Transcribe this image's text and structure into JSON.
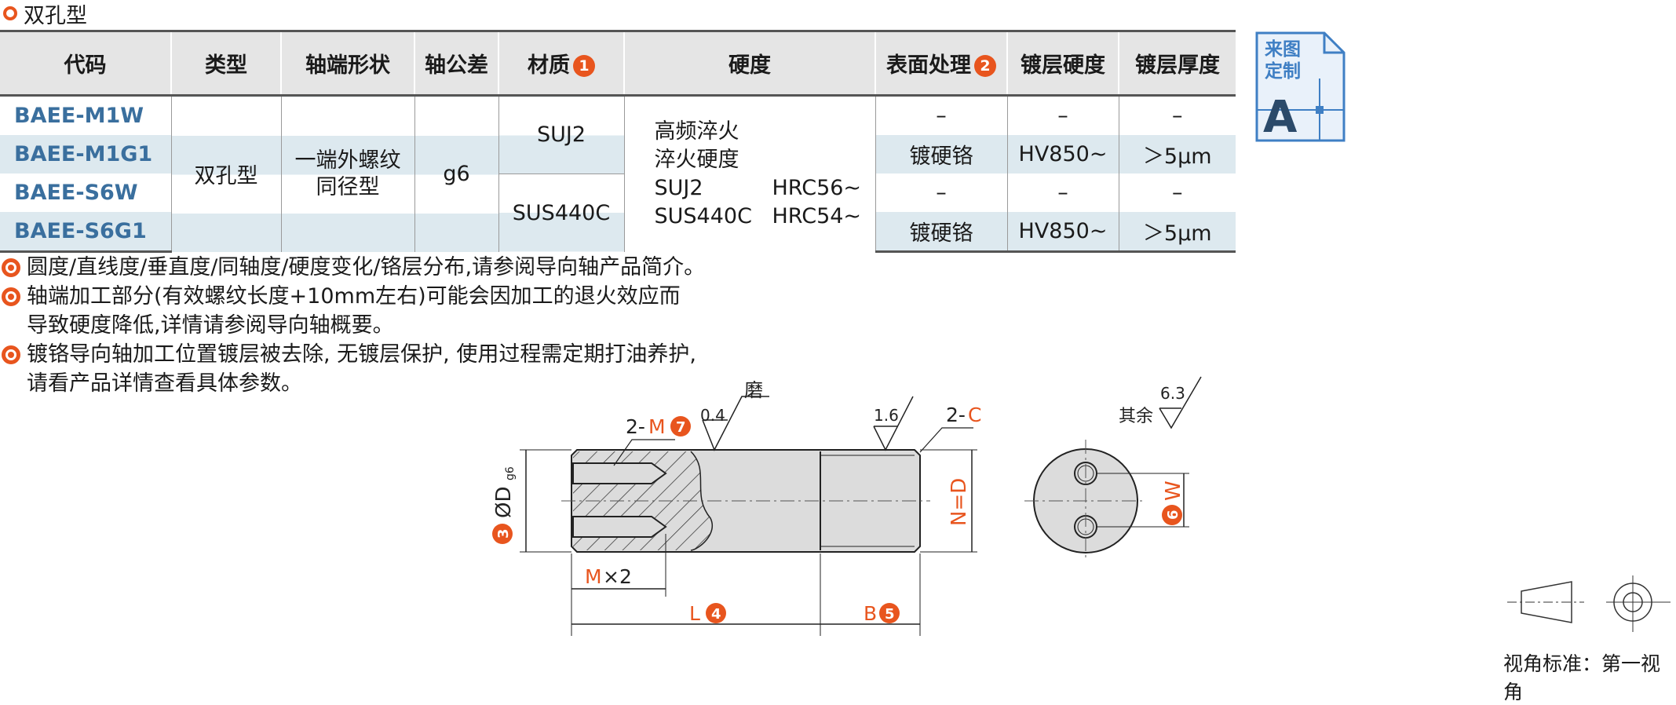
{
  "section": {
    "title": "双孔型"
  },
  "table": {
    "headers": {
      "code": "代码",
      "type": "类型",
      "shaft_end": "轴端形状",
      "tolerance": "轴公差",
      "material": "材质",
      "material_num": "1",
      "hardness": "硬度",
      "surface": "表面处理",
      "surface_num": "2",
      "plate_hardness": "镀层硬度",
      "plate_thickness": "镀层厚度"
    },
    "rows": [
      {
        "code": "BAEE-M1W",
        "surface": "–",
        "plate_hardness": "–",
        "plate_thickness": "–"
      },
      {
        "code": "BAEE-M1G1",
        "surface": "镀硬铬",
        "plate_hardness": "HV850~",
        "plate_thickness": "＞5μm"
      },
      {
        "code": "BAEE-S6W",
        "surface": "–",
        "plate_hardness": "–",
        "plate_thickness": "–"
      },
      {
        "code": "BAEE-S6G1",
        "surface": "镀硬铬",
        "plate_hardness": "HV850~",
        "plate_thickness": "＞5μm"
      }
    ],
    "type": "双孔型",
    "shaft_end_line1": "一端外螺纹",
    "shaft_end_line2": "同径型",
    "tolerance": "g6",
    "material_1": "SUJ2",
    "material_2": "SUS440C",
    "hardness": {
      "line1": "高频淬火",
      "line2": "淬火硬度",
      "line3_mat": "SUJ2",
      "line3_val": "HRC56~",
      "line4_mat": "SUS440C",
      "line4_val": "HRC54~"
    }
  },
  "notes": [
    [
      "圆度/直线度/垂直度/同轴度/硬度变化/铬层分布,请参阅导向轴产品简介。"
    ],
    [
      "轴端加工部分(有效螺纹长度+10mm左右)可能会因加工的退火效应而",
      "导致硬度降低,详情请参阅导向轴概要。"
    ],
    [
      "镀铬导向轴加工位置镀层被去除, 无镀层保护, 使用过程需定期打油养护,",
      "请看产品详情查看具体参数。"
    ]
  ],
  "badge": {
    "line1": "来图",
    "line2": "定制",
    "letter": "A"
  },
  "drawing": {
    "label_2m": "2-",
    "label_m": "M",
    "num_7": "7",
    "roughness_04": "0.4",
    "grind": "磨",
    "roughness_16": "1.6",
    "label_2c": "2-",
    "label_c": "C",
    "other": "其余",
    "roughness_63": "6.3",
    "num_3": "3",
    "dia_d": "ØD",
    "g6": "g6",
    "n_eq_d": "N=D",
    "num_6": "6",
    "w": "W",
    "m_x2_m": "M",
    "m_x2_rest": "×2",
    "l": "L",
    "num_4": "4",
    "b": "B",
    "num_5": "5"
  },
  "view_standard": "视角标准：第一视角",
  "colors": {
    "accent": "#e8551e",
    "code_blue": "#3a6f9e",
    "row_tint": "#dde9ef",
    "header_bg": "#e5e5e5",
    "badge_blue": "#3f7fc4"
  }
}
